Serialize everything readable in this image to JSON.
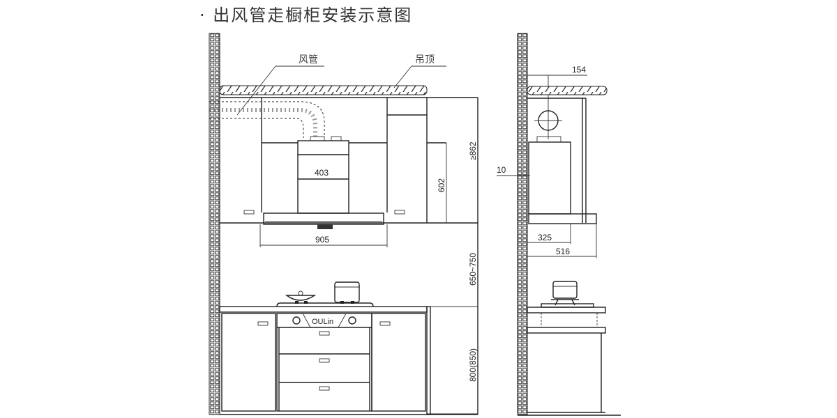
{
  "title": "· 出风管走橱柜安装示意图",
  "labels": {
    "duct": "风管",
    "ceiling": "吊顶",
    "brand": "OULin"
  },
  "front_view": {
    "dim_hood_chimney_width": "403",
    "dim_hood_width": "905",
    "dim_chimney_height": "602",
    "dim_min_height": "≥862",
    "dim_hood_to_cooktop": "650~750",
    "dim_counter_height": "800(850)"
  },
  "side_view": {
    "dim_duct_offset": "154",
    "dim_wall_gap": "10",
    "dim_chimney_depth": "325",
    "dim_hood_depth": "516"
  }
}
